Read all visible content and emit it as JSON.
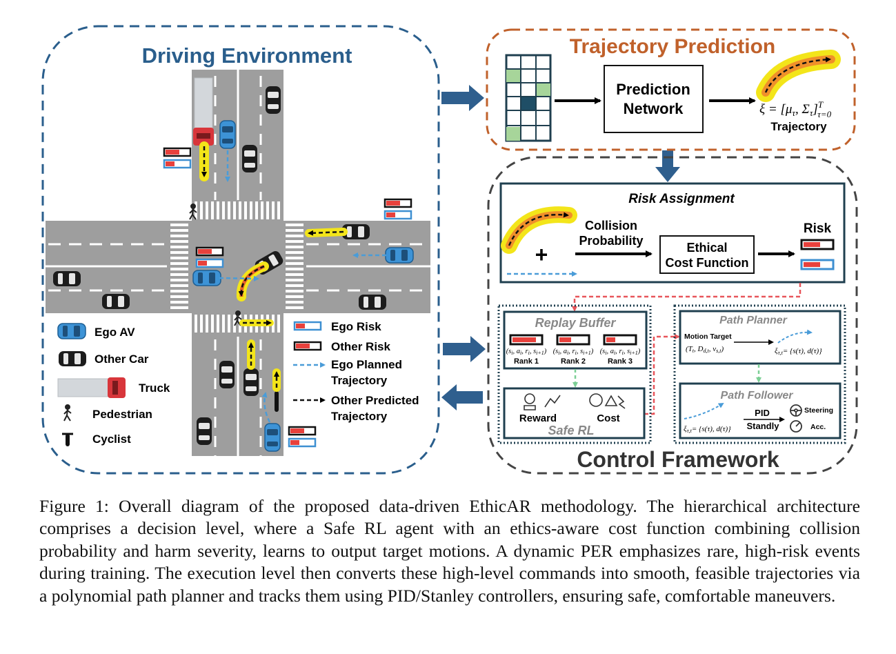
{
  "driving_env": {
    "title": "Driving Environment",
    "legend": {
      "ego_av": "Ego AV",
      "other_car": "Other Car",
      "truck": "Truck",
      "pedestrian": "Pedestrian",
      "cyclist": "Cyclist",
      "ego_risk": "Ego Risk",
      "other_risk": "Other Risk",
      "ego_planned_1": "Ego Planned",
      "ego_planned_2": "Trajectory",
      "other_predicted_1": "Other Predicted",
      "other_predicted_2": "Trajectory"
    }
  },
  "trajectory_prediction": {
    "title": "Trajectory Prediction",
    "network_line1": "Prediction",
    "network_line2": "Network",
    "formula_lhs": "ξ = [μ",
    "formula_sub_tau": "τ",
    "formula_mid": ", Σ",
    "formula_close": "]",
    "formula_sup": "T",
    "formula_range": "τ=0",
    "output_label": "Trajectory"
  },
  "risk_assignment": {
    "title": "Risk Assignment",
    "plus": "+",
    "collision_1": "Collision",
    "collision_2": "Probability",
    "ethical_1": "Ethical",
    "ethical_2": "Cost Function",
    "risk": "Risk"
  },
  "replay_buffer": {
    "title": "Replay Buffer",
    "tuple": "(s",
    "rank1": "Rank 1",
    "rank2": "Rank 2",
    "rank3": "Rank 3"
  },
  "safe_rl": {
    "title": "Safe RL",
    "reward": "Reward",
    "cost": "Cost"
  },
  "path_planner": {
    "title": "Path Planner",
    "motion_target": "Motion Target",
    "motion_args": "(T",
    "output": "= {s(τ), d(τ)}"
  },
  "path_follower": {
    "title": "Path Follower",
    "pid": "PID",
    "standly": "Standly",
    "steering": "Steering",
    "acc": "Acc.",
    "input": "= {s(τ), d(τ)}"
  },
  "control_framework": {
    "title": "Control Framework"
  },
  "caption": "Figure 1: Overall diagram of the proposed data-driven EthicAR methodology. The hierarchical architecture comprises a decision level, where a Safe RL agent with an ethics-aware cost function combining collision probability and harm severity, learns to output target motions. A dynamic PER emphasizes rare, high-risk events during training. The execution level then converts these high-level commands into smooth, feasible trajectories via a polynomial path planner and tracks them using PID/Stanley controllers, ensuring safe, comfortable maneuvers.",
  "colors": {
    "env_blue": "#2a5e8c",
    "orange": "#c0612b",
    "road": "#9e9e9e",
    "ego_car": "#3d93d6",
    "risk_red": "#e8413c",
    "dark_border": "#1f3f4f"
  }
}
